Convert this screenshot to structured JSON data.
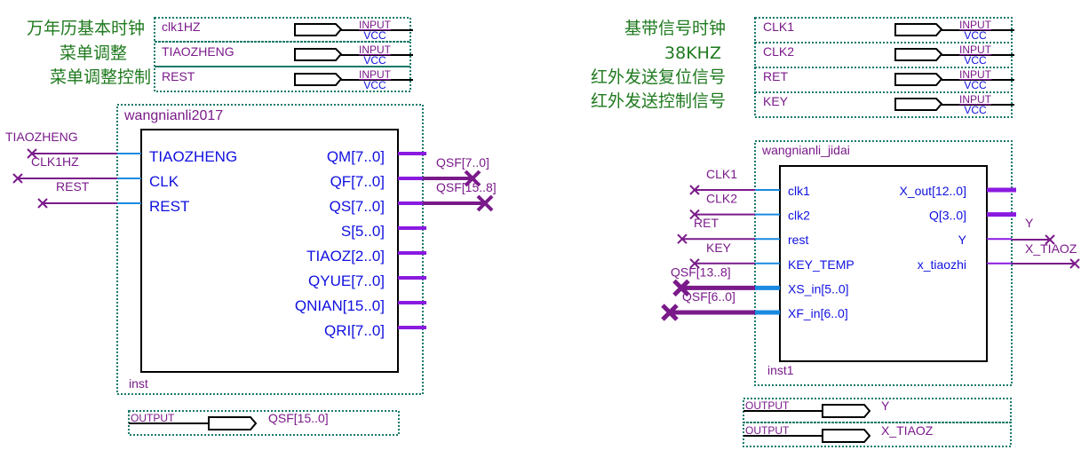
{
  "left": {
    "comments": [
      "万年历基本时钟",
      "菜单调整",
      "菜单调整控制"
    ],
    "inputs": [
      {
        "name": "clk1HZ",
        "type": "INPUT",
        "default": "VCC"
      },
      {
        "name": "TIAOZHENG",
        "type": "INPUT",
        "default": "VCC"
      },
      {
        "name": "REST",
        "type": "INPUT",
        "default": "VCC"
      }
    ],
    "block": {
      "module": "wangnianli2017",
      "instance": "inst",
      "in_ports": [
        "TIAOZHENG",
        "CLK",
        "REST"
      ],
      "out_ports": [
        "QM[7..0]",
        "QF[7..0]",
        "QS[7..0]",
        "S[5..0]",
        "TIAOZ[2..0]",
        "QYUE[7..0]",
        "QNIAN[15..0]",
        "QRI[7..0]"
      ],
      "in_nets": [
        "TIAOZHENG",
        "CLK1HZ",
        "REST"
      ],
      "out_nets": [
        "QSF[7..0]",
        "QSF[15..8]"
      ]
    },
    "outputs": [
      {
        "type": "OUTPUT",
        "name": "QSF[15..0]"
      }
    ]
  },
  "right": {
    "comments": [
      "基带信号时钟",
      "38KHZ",
      "红外发送复位信号",
      "红外发送控制信号"
    ],
    "inputs": [
      {
        "name": "CLK1",
        "type": "INPUT",
        "default": "VCC"
      },
      {
        "name": "CLK2",
        "type": "INPUT",
        "default": "VCC"
      },
      {
        "name": "RET",
        "type": "INPUT",
        "default": "VCC"
      },
      {
        "name": "KEY",
        "type": "INPUT",
        "default": "VCC"
      }
    ],
    "block": {
      "module": "wangnianli_jidai",
      "instance": "inst1",
      "in_ports": [
        "clk1",
        "clk2",
        "rest",
        "KEY_TEMP",
        "XS_in[5..0]",
        "XF_in[6..0]"
      ],
      "out_ports": [
        "X_out[12..0]",
        "Q[3..0]",
        "Y",
        "x_tiaozhi"
      ],
      "in_nets": [
        "CLK1",
        "CLK2",
        "RET",
        "KEY",
        "QSF[13..8]",
        "QSF[6..0]"
      ],
      "out_nets": [
        "Y",
        "X_TIAOZ"
      ]
    },
    "outputs": [
      {
        "type": "OUTPUT",
        "name": "Y"
      },
      {
        "type": "OUTPUT",
        "name": "X_TIAOZ"
      }
    ]
  },
  "colors": {
    "comment": "#1f7a1f",
    "net": "#7a1a8a",
    "port": "#1010e0",
    "bus": "#8a1ae0",
    "wire_blue": "#1a8ae0",
    "dotted": "#1a7a6a"
  }
}
